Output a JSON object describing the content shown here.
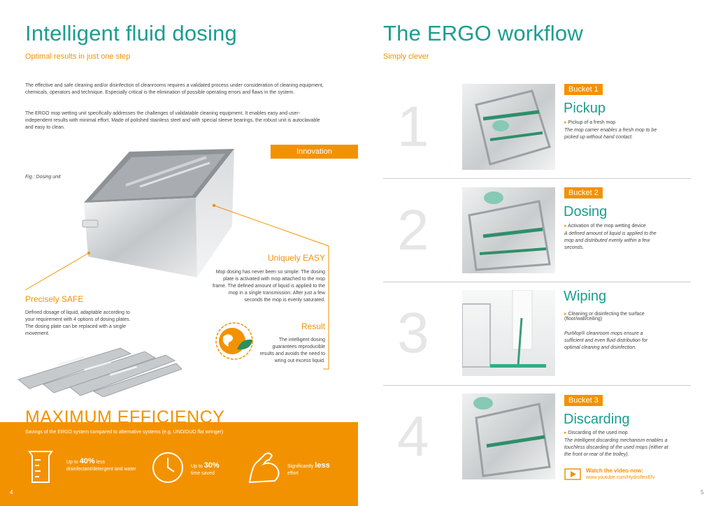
{
  "left": {
    "title": "Intelligent fluid dosing",
    "subtitle": "Optimal results in just one step",
    "intro1": "The effective and safe cleaning and/or disinfection of cleanrooms requires a validated process under consideration of cleaning equipment, chemicals, operators and technique. Especially critical is the elimination of possible operating errors and flaws in the system.",
    "intro2": "The ERGO mop wetting unit specifically addresses the challenges of validatable cleaning equipment. It enables easy and user-independent results with minimal effort. Made of polished stainless steel and with special sleeve bearings, the robust unit is autoclavable and easy to clean.",
    "innovation": "Innovation",
    "fig": "Fig.: Dosing unit",
    "easy_title": "Uniquely EASY",
    "easy_text": "Mop dosing has never been so simple: The dosing plate is activated with mop attached to the mop frame. The defined amount of liquid is applied to the mop in a single transmission. After just a few seconds the mop is evenly saturated.",
    "safe_title": "Precisely SAFE",
    "safe_text": "Defined dosage of liquid, adaptable according to your requirement with 4 options of dosing plates. The dosing plate can be replaced with a single movement.",
    "result_title": "Result",
    "result_text": "The intelligent dosing guarantees reproducible results and avoids the need to wring out excess liquid.",
    "max_title": "MAXIMUM EFFICIENCY",
    "savings": "Savings of the ERGO system compared to alternative systems (e.g. UNO/DUO flat wringer)",
    "stat1_pre": "Up to ",
    "stat1_big": "40%",
    "stat1_post": " less disinfectant/detergent and water",
    "stat2_pre": "Up to ",
    "stat2_big": "30%",
    "stat2_post": " time saved",
    "stat3_pre": "Significantly ",
    "stat3_big": "less",
    "stat3_post": " effort",
    "page": "4"
  },
  "right": {
    "title": "The ERGO workflow",
    "subtitle": "Simply clever",
    "steps": [
      {
        "num": "1",
        "badge": "Bucket 1",
        "title": "Pickup",
        "bullet": "Pickup of a fresh mop",
        "text": "The mop carrier enables a fresh mop to be picked up without hand contact."
      },
      {
        "num": "2",
        "badge": "Bucket 2",
        "title": "Dosing",
        "bullet": "Activation of the mop wetting device",
        "text": "A defined amount of liquid is applied to the mop and distributed evenly within a few seconds."
      },
      {
        "num": "3",
        "badge": "",
        "title": "Wiping",
        "bullet": "Cleaning or disinfecting the surface (floor/wall/ceiling)",
        "text": "PurMop® cleanroom mops ensure a sufficient and even fluid distribution for optimal cleaning and disinfection."
      },
      {
        "num": "4",
        "badge": "Bucket 3",
        "title": "Discarding",
        "bullet": "Discarding of the used mop",
        "text": "The intelligent discarding mechanism enables a touchless discarding of the used mops (either at the front or rear of the trolley)."
      }
    ],
    "video_label": "Watch the video now:",
    "video_url": "www.youtube.com/HydroflexEN",
    "page": "5"
  },
  "colors": {
    "teal": "#1a9e8f",
    "orange": "#f39200"
  }
}
